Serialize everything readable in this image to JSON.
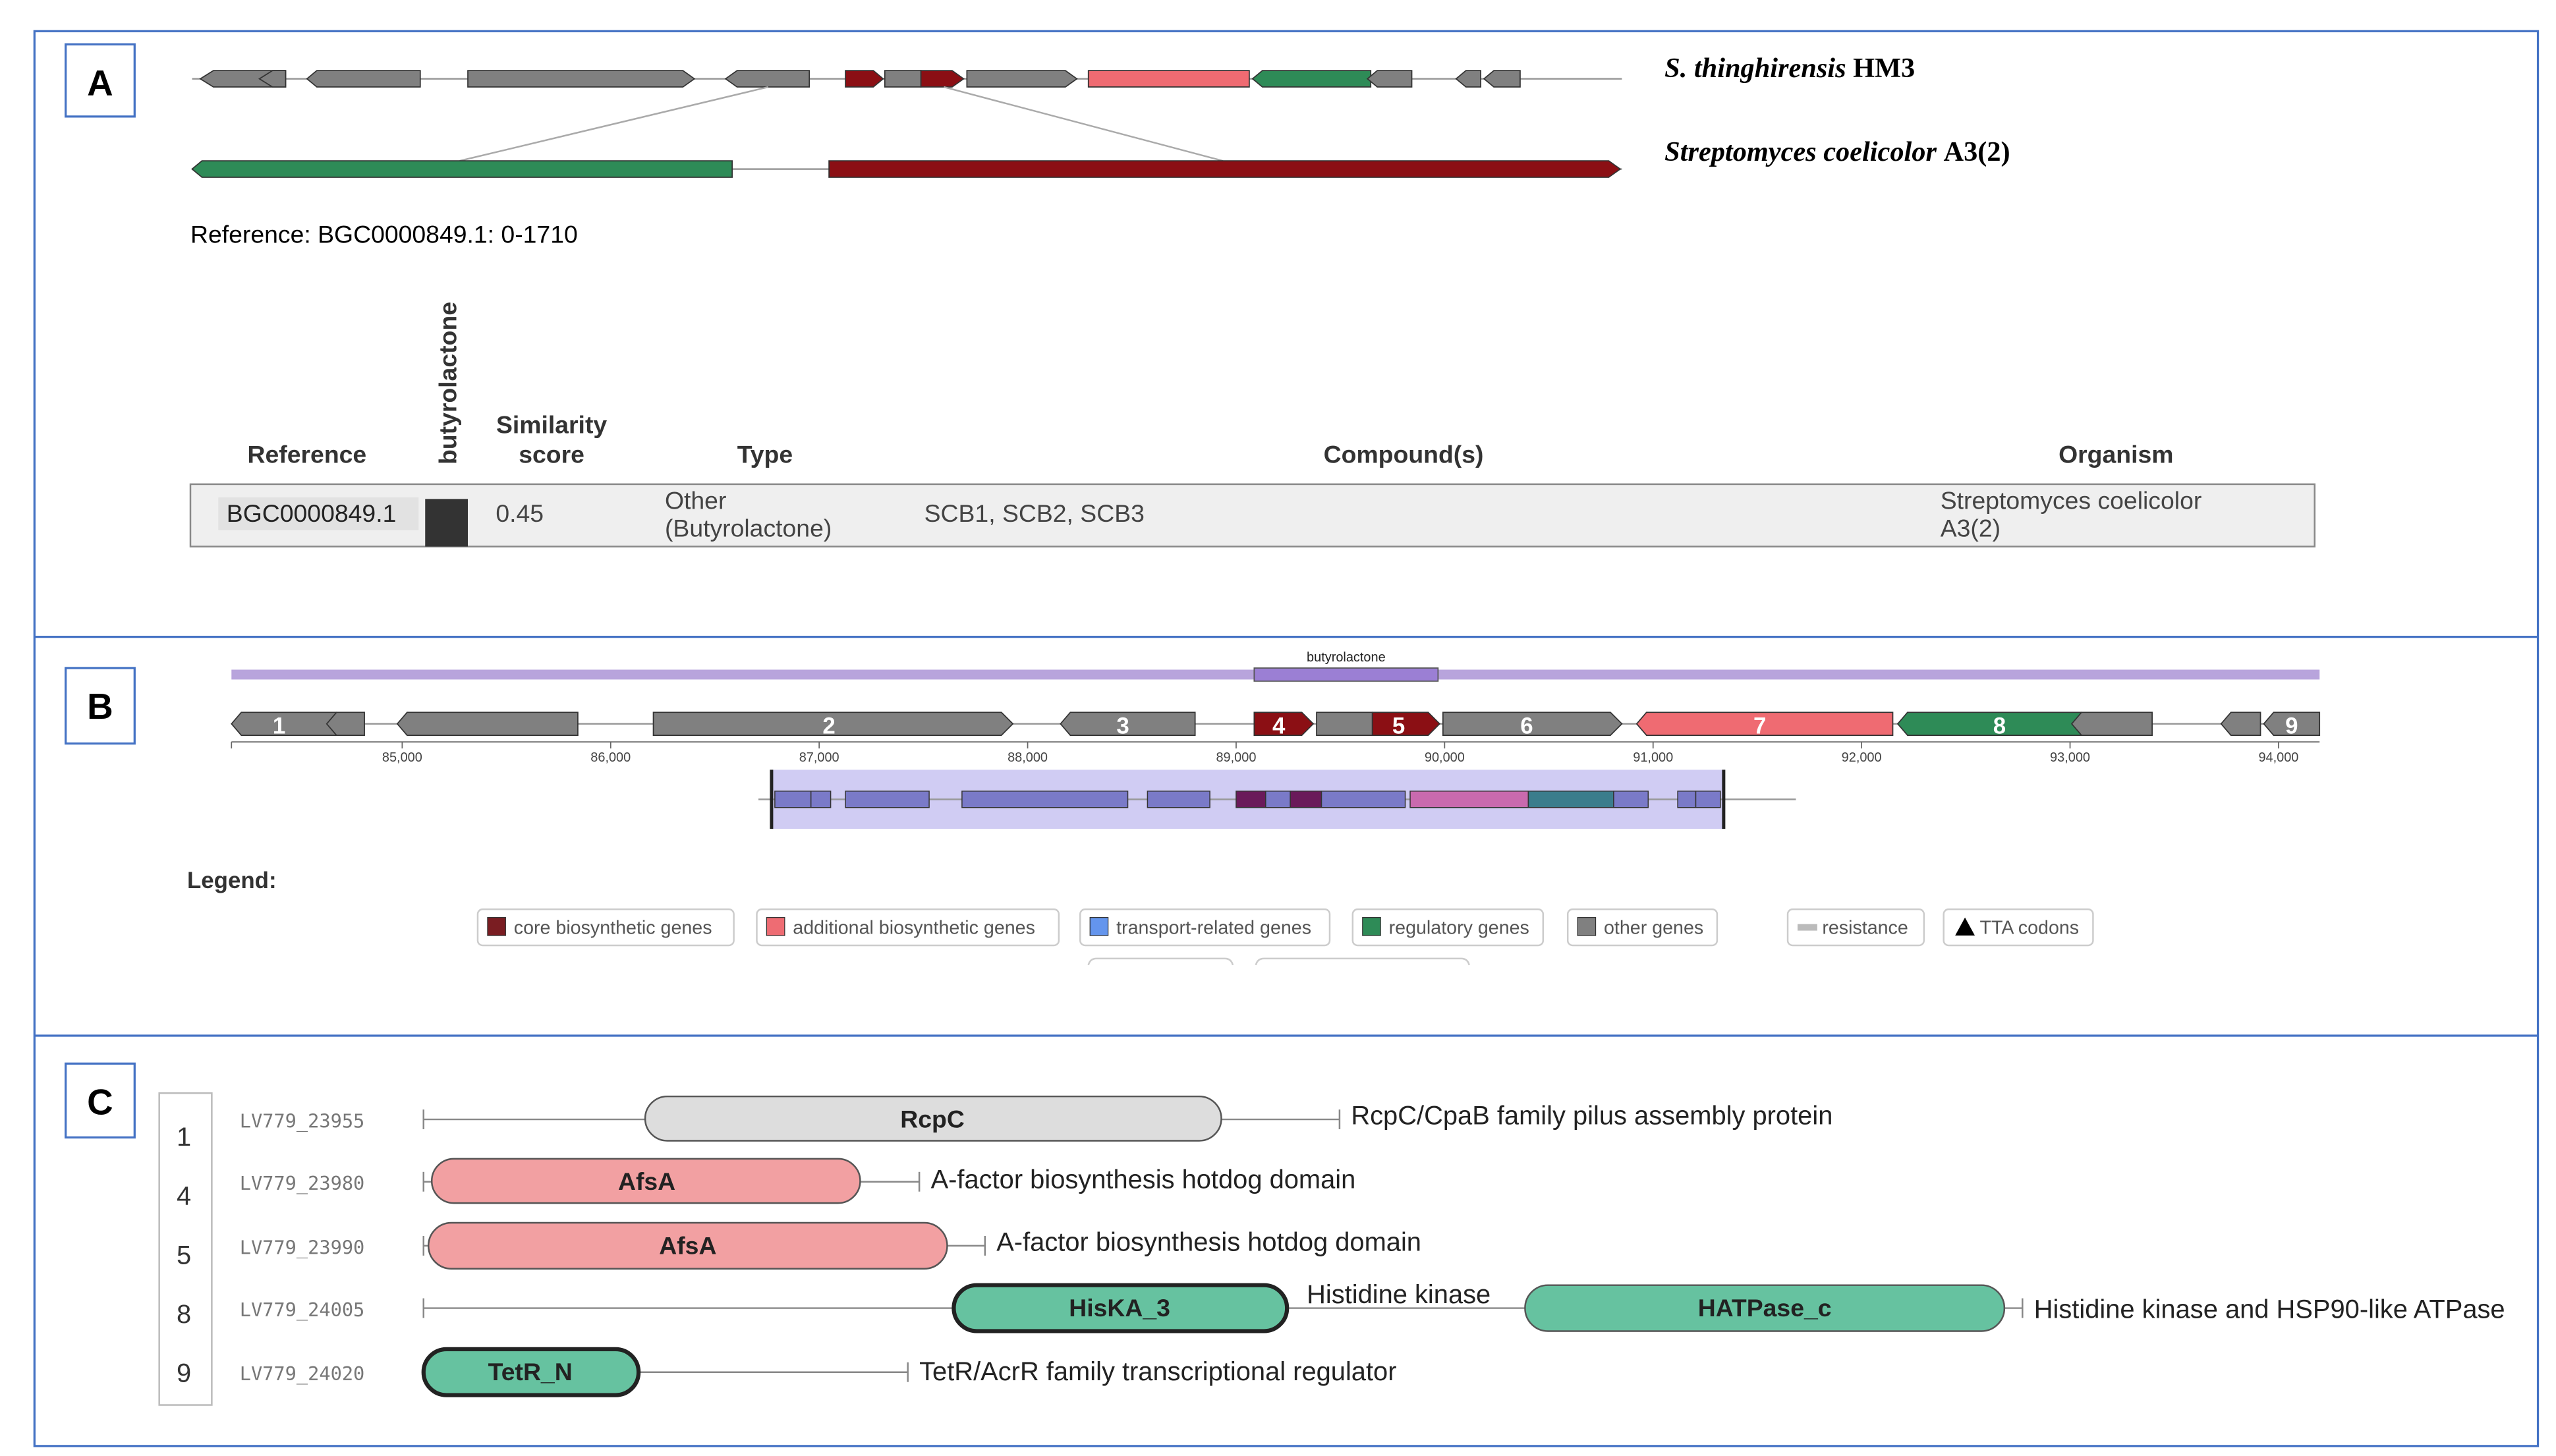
{
  "panel_a": {
    "label": "A",
    "organism_1_italic": "S. thinghirensis",
    "organism_1_strain": "HM3",
    "organism_2_italic": "Streptomyces coelicolor",
    "organism_2_strain": "A3(2)",
    "reference_text": "Reference: BGC0000849.1: 0-1710",
    "table": {
      "rotated_header": "butyrolactone",
      "headers": {
        "reference": "Reference",
        "similarity_line1": "Similarity",
        "similarity_line2": "score",
        "type": "Type",
        "compounds": "Compound(s)",
        "organism": "Organism"
      },
      "row": {
        "reference": "BGC0000849.1",
        "similarity": "0.45",
        "type_line1": "Other",
        "type_line2": "(Butyrolactone)",
        "compounds": "SCB1, SCB2, SCB3",
        "organism_line1": "Streptomyces coelicolor",
        "organism_line2": "A3(2)"
      }
    }
  },
  "panel_b": {
    "label": "B",
    "region_label": "butyrolactone",
    "gene_numbers": [
      "1",
      "2",
      "3",
      "4",
      "5",
      "6",
      "7",
      "8",
      "9"
    ],
    "axis_ticks": [
      "85,000",
      "86,000",
      "87,000",
      "88,000",
      "89,000",
      "90,000",
      "91,000",
      "92,000",
      "93,000",
      "94,000"
    ],
    "legend_title": "Legend:",
    "legend": [
      {
        "label": "core biosynthetic genes",
        "color": "#7a1d22"
      },
      {
        "label": "additional biosynthetic genes",
        "color": "#ee6c73"
      },
      {
        "label": "transport-related genes",
        "color": "#6495ed"
      },
      {
        "label": "regulatory genes",
        "color": "#2e8b57"
      },
      {
        "label": "other genes",
        "color": "#808080"
      },
      {
        "label": "resistance",
        "color": "#bbbbbb"
      },
      {
        "label": "TTA codons",
        "color": "#000000"
      }
    ]
  },
  "panel_c": {
    "label": "C",
    "rows": [
      {
        "num": "1",
        "locus": "LV779_23955",
        "domain1": "RcpC",
        "desc1": "RcpC/CpaB family pilus assembly protein"
      },
      {
        "num": "4",
        "locus": "LV779_23980",
        "domain1": "AfsA",
        "desc1": "A-factor biosynthesis hotdog domain"
      },
      {
        "num": "5",
        "locus": "LV779_23990",
        "domain1": "AfsA",
        "desc1": "A-factor biosynthesis hotdog domain"
      },
      {
        "num": "8",
        "locus": "LV779_24005",
        "domain1": "HisKA_3",
        "desc1": "Histidine kinase",
        "domain2": "HATPase_c",
        "desc2": "Histidine kinase and HSP90-like ATPase"
      },
      {
        "num": "9",
        "locus": "LV779_24020",
        "domain1": "TetR_N",
        "desc1": "TetR/AcrR family transcriptional regulator"
      }
    ]
  },
  "colors": {
    "frame_blue": "#4472c4",
    "grey_gene": "#808080",
    "core_red": "#7a1010",
    "salmon": "#ef6b72",
    "green": "#2e8b57",
    "purple_bar": "#b8a4dc",
    "domain_pink": "#f2a0a2",
    "domain_green": "#66c2a0",
    "domain_grey": "#dddddd"
  }
}
